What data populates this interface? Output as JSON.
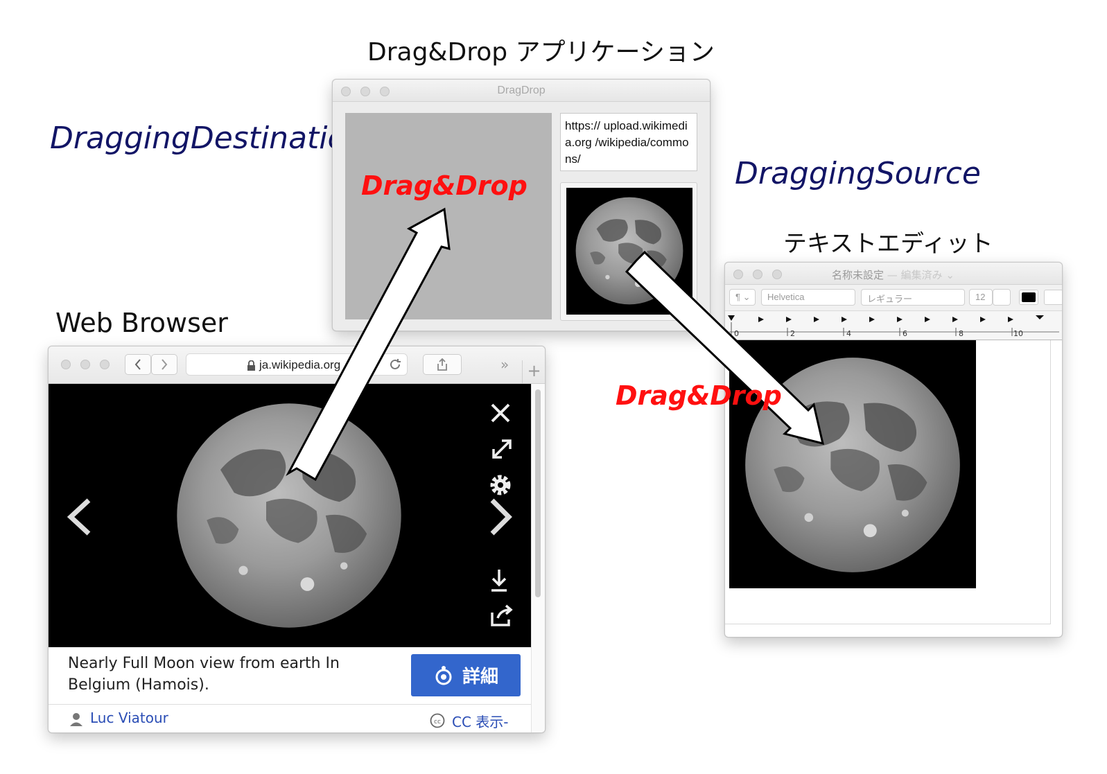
{
  "captions": {
    "app_title": "Drag&Drop アプリケーション",
    "browser_title": "Web Browser",
    "textedit_title": "テキストエディット"
  },
  "roles": {
    "destination": "DraggingDestination",
    "source": "DraggingSource"
  },
  "arrows": {
    "label_upper": "Drag&Drop",
    "label_lower": "Drag&Drop"
  },
  "dragdrop_window": {
    "title": "DragDrop",
    "url_text": "https:// upload.wikimedia.org /wikipedia/commons/"
  },
  "browser": {
    "address": "ja.wikipedia.org",
    "overflow_label": "»",
    "new_tab_label": "+",
    "caption": "Nearly Full Moon view from earth In Belgium (Hamois).",
    "detail_button": "詳細",
    "author": "Luc Viatour",
    "license": "CC 表示-"
  },
  "textedit": {
    "title": "名称未設定",
    "title_status": "— 編集済み ⌄",
    "paragraph_popup": "¶ ⌄",
    "font_family": "Helvetica",
    "font_style": "レギュラー",
    "font_size": "12",
    "ruler_marks": [
      "0",
      "2",
      "4",
      "6",
      "8",
      "10"
    ]
  },
  "colors": {
    "role_text": "#121566",
    "drag_label": "#ff1010",
    "detail_button": "#3366cc",
    "link": "#2a4db5"
  },
  "icons": [
    "close-icon",
    "expand-icon",
    "gear-icon",
    "download-icon",
    "share-icon",
    "prev-arrow-icon",
    "next-arrow-icon",
    "lock-icon",
    "reload-icon",
    "person-icon",
    "cc-icon",
    "wikimedia-icon"
  ]
}
